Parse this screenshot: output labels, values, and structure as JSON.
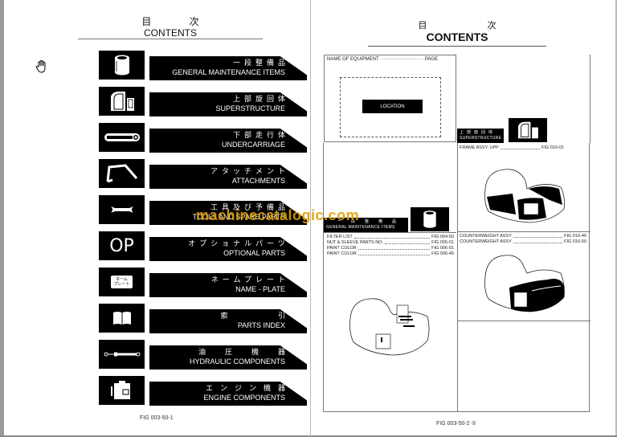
{
  "left_page": {
    "title_jp": "目 次",
    "title_en": "CONTENTS",
    "menu_items": [
      {
        "icon": "filter-icon",
        "jp": "一段整備品",
        "en": "GENERAL MAINTENANCE ITEMS"
      },
      {
        "icon": "cab-icon",
        "jp": "上部旋回体",
        "en": "SUPERSTRUCTURE"
      },
      {
        "icon": "track-icon",
        "jp": "下部走行体",
        "en": "UNDERCARRIAGE"
      },
      {
        "icon": "boom-arm-icon",
        "jp": "アタッチメント",
        "en": "ATTACHMENTS"
      },
      {
        "icon": "wrench-icon",
        "jp": "工具及び予備品",
        "en": "TOOLS AND SPARE PARTS"
      },
      {
        "icon": "op-icon",
        "icon_text": "OP",
        "jp": "オプショナルパーツ",
        "en": "OPTIONAL PARTS"
      },
      {
        "icon": "name-plate-icon",
        "icon_text": "ネーム\nプレート",
        "jp": "ネームプレート",
        "en": "NAME - PLATE"
      },
      {
        "icon": "book-icon",
        "jp": "索 引",
        "en": "PARTS INDEX"
      },
      {
        "icon": "cylinder-icon",
        "jp": "油圧機器",
        "en": "HYDRAULIC COMPONENTS"
      },
      {
        "icon": "engine-icon",
        "jp": "エンジン機器",
        "en": "ENGINE COMPONENTS"
      }
    ],
    "figure_ref": "FIG 003-50-1"
  },
  "right_page": {
    "title_jp": "目 次",
    "title_en": "CONTENTS",
    "name_of_equipment_label": "NAME OF EQUIPMENT ··························· PAGE",
    "location_label": "LOCATION",
    "superstructure": {
      "label_jp": "上部旋回体",
      "label_en": "SUPERSTRUCTURE",
      "parts": [
        {
          "name": "FRAME ASSY, UPP",
          "fig": "FIG 010-01"
        }
      ]
    },
    "general_maintenance": {
      "label_jp": "一段整備品",
      "label_en": "GENERAL MAINTENANCE ITEMS",
      "parts": [
        {
          "name": "FILTER LIST",
          "fig": "FIG 004-50"
        },
        {
          "name": "NUT & SLEEVE PARTS NO.",
          "fig": "FIG 005-01"
        },
        {
          "name": "PAINT COLOR",
          "fig": "FIG 006-01"
        },
        {
          "name": "PAINT COLOR",
          "fig": "FIG 006-49"
        }
      ]
    },
    "counterweight": {
      "parts": [
        {
          "name": "COUNTERWEIGHT ASSY",
          "fig": "FIG 016-49"
        },
        {
          "name": "COUNTERWEIGHT ASSY",
          "fig": "FIG 016-50"
        }
      ]
    },
    "figure_ref": "FIG 003-50-2 ②"
  },
  "watermark": "machinecatalogic.com",
  "colors": {
    "banner": "#000000",
    "page_bg": "#ffffff",
    "watermark": "#e0a000"
  }
}
